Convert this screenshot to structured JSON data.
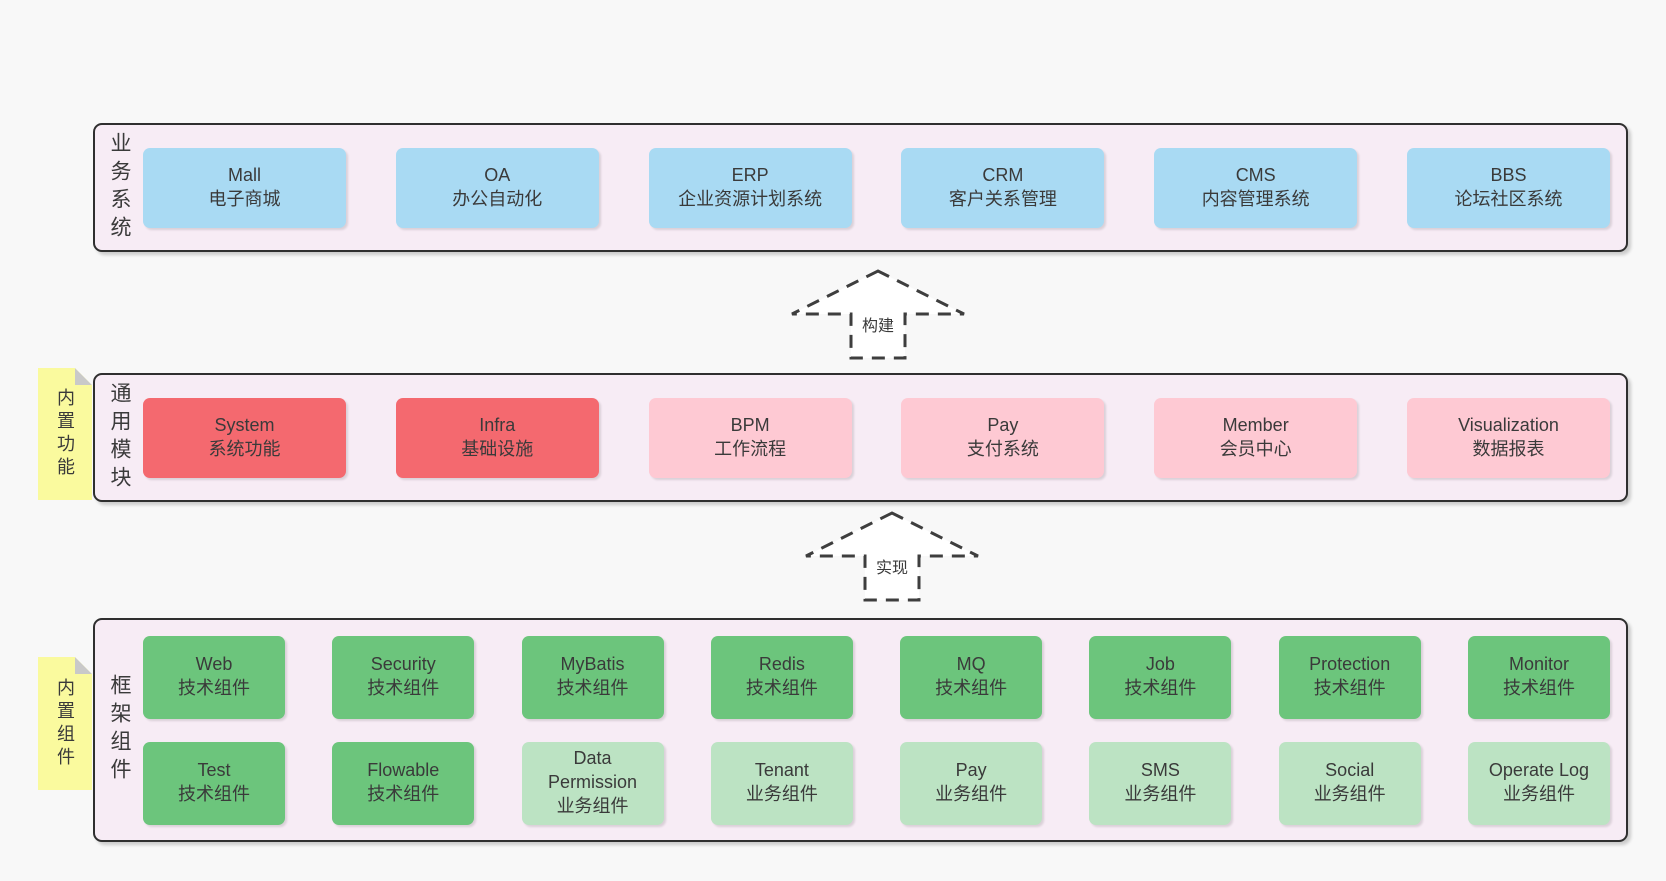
{
  "colors": {
    "page_background": "#f8f8f8",
    "panel_background": "#f7ecf5",
    "panel_border": "#2f2f2f",
    "business_box": "#a9daf3",
    "core_module_box": "#f4696f",
    "optional_module_box": "#fec9d3",
    "tech_component_box": "#6cc57c",
    "biz_component_box": "#bce3c3",
    "sticky_note": "#fafa9e",
    "note_fold": "#c9c9c9",
    "arrow_stroke": "#3e3e3e",
    "text": "#3a3a3a"
  },
  "arrows": [
    {
      "label": "构建"
    },
    {
      "label": "实现"
    }
  ],
  "sections": [
    {
      "side_label": "业务系统",
      "boxes": [
        {
          "en": "Mall",
          "zh": "电子商城"
        },
        {
          "en": "OA",
          "zh": "办公自动化"
        },
        {
          "en": "ERP",
          "zh": "企业资源计划系统"
        },
        {
          "en": "CRM",
          "zh": "客户关系管理"
        },
        {
          "en": "CMS",
          "zh": "内容管理系统"
        },
        {
          "en": "BBS",
          "zh": "论坛社区系统"
        }
      ]
    },
    {
      "side_label": "通用模块",
      "note": "内置功能",
      "boxes": [
        {
          "en": "System",
          "zh": "系统功能"
        },
        {
          "en": "Infra",
          "zh": "基础设施"
        },
        {
          "en": "BPM",
          "zh": "工作流程"
        },
        {
          "en": "Pay",
          "zh": "支付系统"
        },
        {
          "en": "Member",
          "zh": "会员中心"
        },
        {
          "en": "Visualization",
          "zh": "数据报表"
        }
      ]
    },
    {
      "side_label": "框架组件",
      "note": "内置组件",
      "rows": [
        [
          {
            "en": "Web",
            "zh": "技术组件"
          },
          {
            "en": "Security",
            "zh": "技术组件"
          },
          {
            "en": "MyBatis",
            "zh": "技术组件"
          },
          {
            "en": "Redis",
            "zh": "技术组件"
          },
          {
            "en": "MQ",
            "zh": "技术组件"
          },
          {
            "en": "Job",
            "zh": "技术组件"
          },
          {
            "en": "Protection",
            "zh": "技术组件"
          },
          {
            "en": "Monitor",
            "zh": "技术组件"
          }
        ],
        [
          {
            "en": "Test",
            "zh": "技术组件"
          },
          {
            "en": "Flowable",
            "zh": "技术组件"
          },
          {
            "en": "Data\nPermission",
            "zh": "业务组件"
          },
          {
            "en": "Tenant",
            "zh": "业务组件"
          },
          {
            "en": "Pay",
            "zh": "业务组件"
          },
          {
            "en": "SMS",
            "zh": "业务组件"
          },
          {
            "en": "Social",
            "zh": "业务组件"
          },
          {
            "en": "Operate Log",
            "zh": "业务组件"
          }
        ]
      ]
    }
  ]
}
